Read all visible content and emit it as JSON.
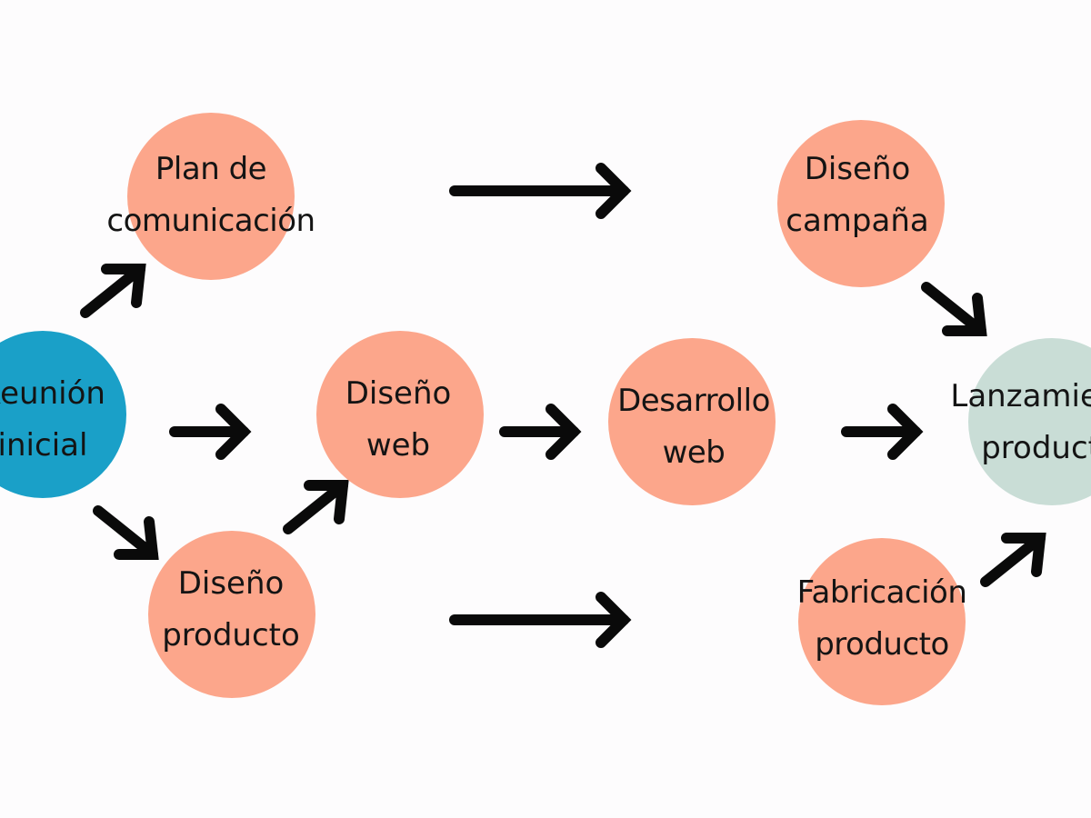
{
  "colors": {
    "start": "#1aa0c8",
    "process": "#fca68b",
    "end": "#c9ddd6",
    "arrow": "#0a0a0a",
    "text": "#141414",
    "background": "#fdfcfd"
  },
  "nodes": {
    "reunion": {
      "line1": "Reunión",
      "line2": "inicial"
    },
    "plan": {
      "line1": "Plan de",
      "line2": "comunicación"
    },
    "disenoWeb": {
      "line1": "Diseño",
      "line2": "web"
    },
    "disenoProducto": {
      "line1": "Diseño",
      "line2": "producto"
    },
    "desarrollo": {
      "line1": "Desarrollo",
      "line2": "web"
    },
    "disenoCampana": {
      "line1": "Diseño",
      "line2": "campaña"
    },
    "fabricacion": {
      "line1": "Fabricación",
      "line2": "producto"
    },
    "lanzamiento": {
      "line1": "Lanzamiento",
      "line2": "producto"
    }
  },
  "edges": [
    {
      "from": "Reunión inicial",
      "to": "Plan de comunicación"
    },
    {
      "from": "Reunión inicial",
      "to": "Diseño web"
    },
    {
      "from": "Reunión inicial",
      "to": "Diseño producto"
    },
    {
      "from": "Diseño producto",
      "to": "Diseño web"
    },
    {
      "from": "Plan de comunicación",
      "to": "Diseño campaña"
    },
    {
      "from": "Diseño web",
      "to": "Desarrollo web"
    },
    {
      "from": "Desarrollo web",
      "to": "Lanzamiento producto"
    },
    {
      "from": "Diseño producto",
      "to": "Fabricación producto"
    },
    {
      "from": "Diseño campaña",
      "to": "Lanzamiento producto"
    },
    {
      "from": "Fabricación producto",
      "to": "Lanzamiento producto"
    }
  ]
}
